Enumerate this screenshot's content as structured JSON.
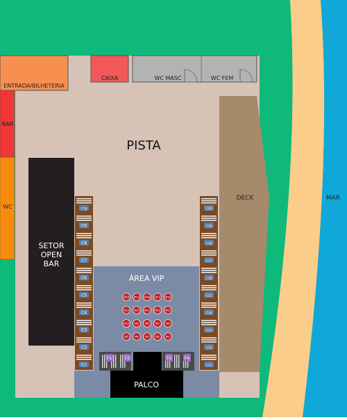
{
  "zones": {
    "entrada": "ENTRADA/BILHETERIA",
    "caixa": "CAIXA",
    "wc_masc": "WC MASC",
    "wc_fem": "WC FEM",
    "bar": "BAR",
    "wc": "WC",
    "pista": "PISTA",
    "deck": "DECK",
    "mar": "MAR",
    "setor_open_bar": "SETOR OPEN BAR",
    "area_vip": "ÁREA VIP",
    "palco": "PALCO"
  },
  "cabins_left": [
    "C10",
    "C9",
    "C8",
    "C7",
    "C6",
    "C5",
    "C4",
    "C3",
    "C2",
    "C1"
  ],
  "cabins_right": [
    "C20",
    "C19",
    "C18",
    "C17",
    "C16",
    "C15",
    "C14",
    "C13",
    "C12",
    "C11"
  ],
  "front_cabins": [
    "F1",
    "F2",
    "F3",
    "F4"
  ],
  "vip_tables": [
    [
      "M20",
      "M19",
      "M18",
      "M17",
      "M16"
    ],
    [
      "M15",
      "M14",
      "M13",
      "M12",
      "M11"
    ],
    [
      "M10",
      "M9",
      "M8",
      "M7",
      "M6"
    ],
    [
      "M5",
      "M4",
      "M3",
      "M2",
      "M1"
    ]
  ],
  "colors": {
    "grass": "#0fb97a",
    "sand": "#fbcd8b",
    "sea": "#0fa8d8",
    "floor": "#d6c3b6",
    "deck": "#a58a6c",
    "entrance": "#f7904f",
    "caixa": "#f25858",
    "wc_block": "#b3b3b3",
    "bar": "#f23535",
    "wc": "#f98a0b",
    "open_bar": "#231f20",
    "vip": "#7b8ba6",
    "stage": "#000000",
    "cabin": "#7b4a22",
    "table": "#c1272d"
  }
}
